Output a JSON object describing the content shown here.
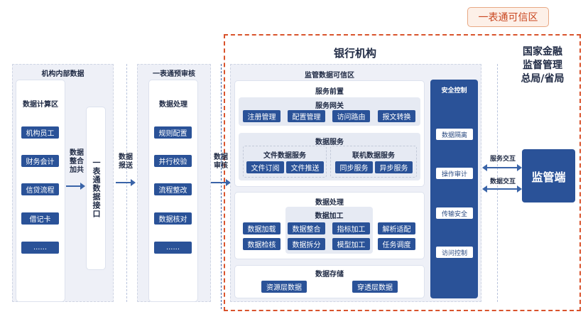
{
  "badge": "一表通可信区",
  "regulator_title": [
    "国家金融",
    "监督管理",
    "总局/省局"
  ],
  "bank_title": "银行机构",
  "internal": {
    "title": "机构内部数据",
    "area_title": "数据计算区",
    "items": [
      "机构员工",
      "财务会计",
      "信贷流程",
      "借记卡",
      "......"
    ]
  },
  "integrate_label": "数据整合加共",
  "interface_label": "一表通数据接口",
  "report_label": "数据报送",
  "precheck": {
    "title": "一表通预审核",
    "area_title": "数据处理",
    "items": [
      "规则配置",
      "并行校验",
      "流程整改",
      "数据核对",
      "......"
    ]
  },
  "audit_label": "数据审核",
  "trusted": {
    "title": "监管数据可信区",
    "front": {
      "title": "服务前置",
      "gateway_title": "服务网关",
      "gateway_items": [
        "注册管理",
        "配置管理",
        "访问路由",
        "报文转换"
      ],
      "data_service_title": "数据服务",
      "file_service": {
        "title": "文件数据服务",
        "items": [
          "文件订阅",
          "文件推送"
        ]
      },
      "online_service": {
        "title": "联机数据服务",
        "items": [
          "同步服务",
          "异步服务"
        ]
      }
    },
    "processing": {
      "title": "数据处理",
      "left_items": [
        "数据加载",
        "数据检核"
      ],
      "processing_title": "数据加工",
      "mid_items": [
        "数据整合",
        "指标加工",
        "数据拆分",
        "模型加工"
      ],
      "right_items": [
        "解析适配",
        "任务调度"
      ]
    },
    "storage": {
      "title": "数据存储",
      "items": [
        "资源层数据",
        "穿透层数据"
      ]
    },
    "security": {
      "title": "安全控制",
      "items": [
        "数据隔离",
        "操作审计",
        "传输安全",
        "访问控制"
      ]
    }
  },
  "interactions": [
    "服务交互",
    "数据交互"
  ],
  "regulator_end": "监管端"
}
